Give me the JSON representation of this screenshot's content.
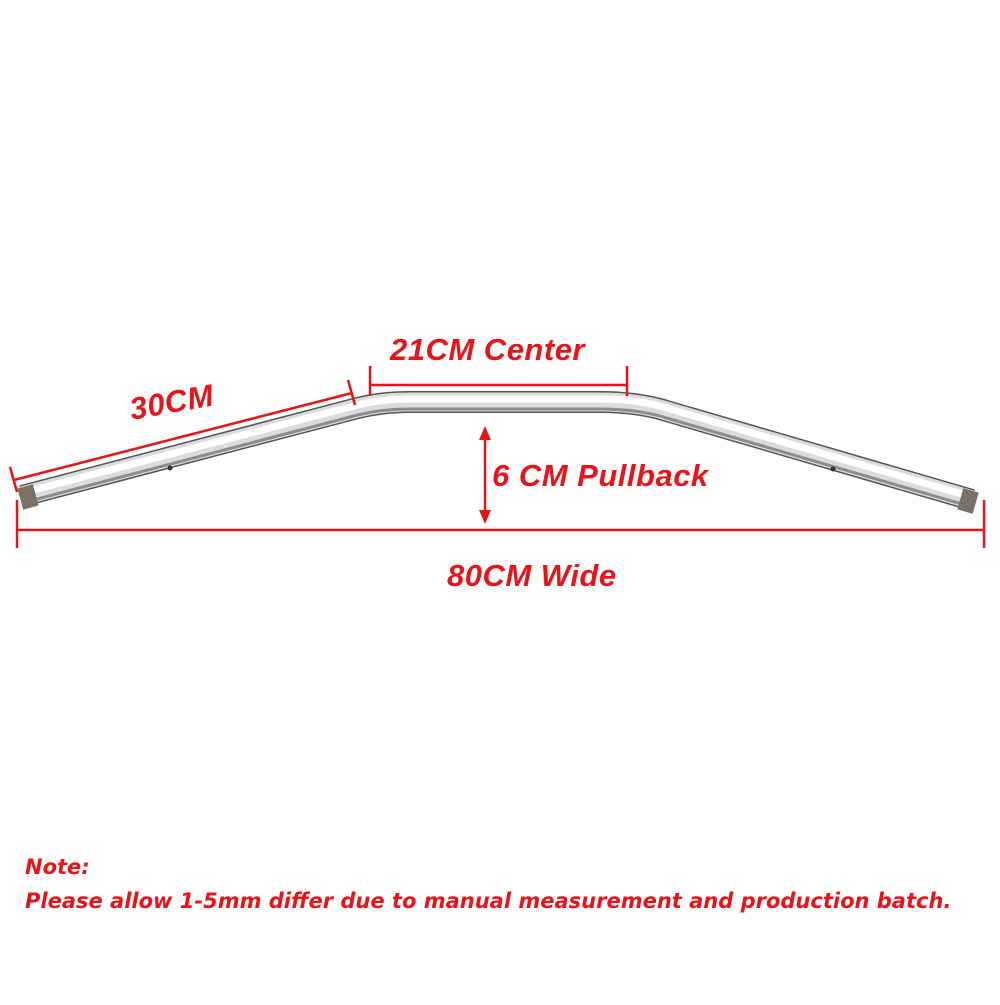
{
  "colors": {
    "annotation": "#e8141a",
    "background": "#ffffff",
    "chrome_light": "#f4f4f4",
    "chrome_dark": "#8a8a8a"
  },
  "labels": {
    "center": "21CM Center",
    "side": "30CM",
    "pullback": "6 CM Pullback",
    "wide": "80CM Wide"
  },
  "note": {
    "heading": "Note:",
    "text": "Please allow 1-5mm differ due to manual measurement and production batch."
  }
}
